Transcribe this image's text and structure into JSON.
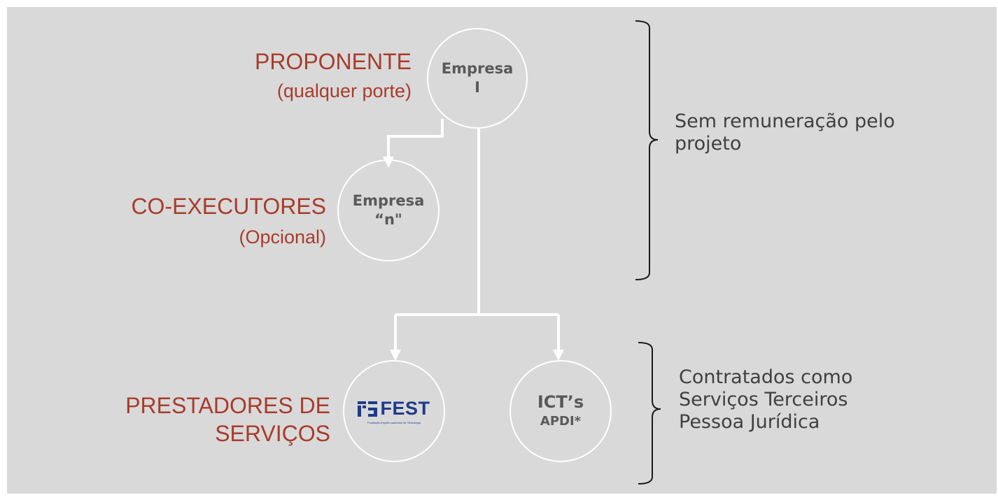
{
  "proponente": {
    "title": "PROPONENTE",
    "subtitle": "(qualquer porte)"
  },
  "coexecutores": {
    "title": "CO-EXECUTORES",
    "subtitle": "(Opcional)"
  },
  "prestadores": {
    "line1": "PRESTADORES DE",
    "line2": "SERVIÇOS"
  },
  "nodes": {
    "empresa_i": {
      "line1": "Empresa",
      "line2": "I"
    },
    "empresa_n": {
      "line1": "Empresa",
      "line2": "“n\""
    },
    "fest": {
      "logo_text": "FEST",
      "tagline": "Fundação Espírito-santense de Tecnologia"
    },
    "icts": {
      "line1": "ICT’s",
      "line2": "APDI*"
    }
  },
  "notes": {
    "top": [
      "Sem remuneração pelo",
      "projeto"
    ],
    "bottom": [
      "Contratados como",
      "Serviços Terceiros",
      "Pessoa Jurídica"
    ]
  },
  "colors": {
    "background": "#d9d9d9",
    "accent": "#a83c2c",
    "connector": "#ffffff",
    "node_text": "#595959",
    "note_text": "#404040",
    "logo": "#1f3a8a"
  }
}
